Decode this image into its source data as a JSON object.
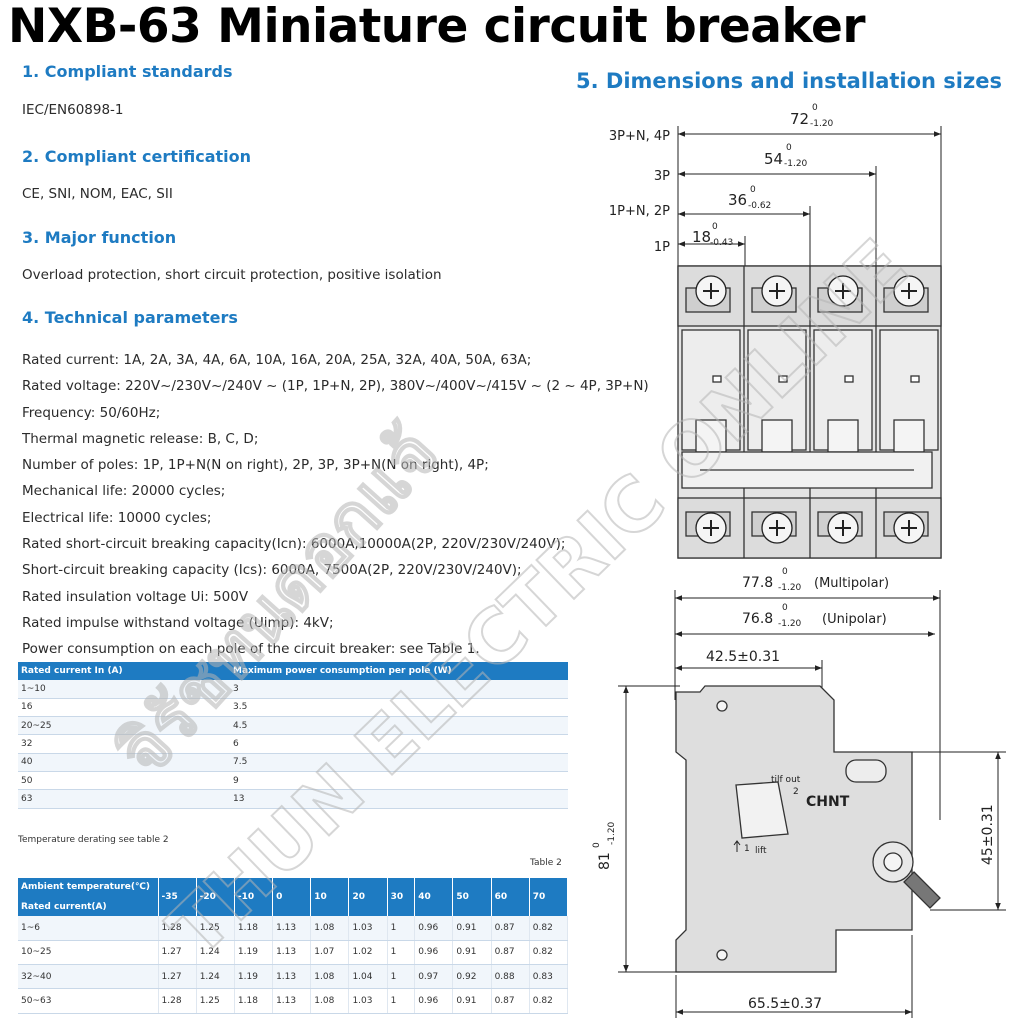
{
  "title": "NXB-63 Miniature circuit breaker",
  "sections": {
    "s1": {
      "heading": "1. Compliant standards",
      "text": "IEC/EN60898-1"
    },
    "s2": {
      "heading": "2. Compliant certification",
      "text": "CE, SNI, NOM, EAC, SII"
    },
    "s3": {
      "heading": "3. Major function",
      "text": "Overload protection, short circuit protection, positive isolation"
    },
    "s4": {
      "heading": "4. Technical parameters"
    },
    "s5": {
      "heading": "5. Dimensions and installation sizes"
    }
  },
  "params": [
    "Rated current: 1A, 2A, 3A, 4A, 6A, 10A, 16A, 20A, 25A, 32A, 40A, 50A, 63A;",
    "Rated voltage: 220V~/230V~/240V ~ (1P, 1P+N,  2P), 380V~/400V~/415V ~ (2 ~ 4P, 3P+N)",
    "Frequency: 50/60Hz;",
    "Thermal magnetic release: B, C, D;",
    "Number of poles: 1P, 1P+N(N on right), 2P, 3P, 3P+N(N on right), 4P;",
    "Mechanical life: 20000 cycles;",
    "Electrical life: 10000 cycles;",
    "Rated short-circuit breaking capacity(Icn): 6000A,10000A(2P, 220V/230V/240V);",
    "Short-circuit breaking capacity (Ics): 6000A, 7500A(2P, 220V/230V/240V);",
    "Rated insulation voltage Ui: 500V",
    "Rated impulse withstand voltage (Uimp): 4kV;",
    "Power consumption on each pole of the circuit breaker: see Table 1."
  ],
  "table1": {
    "headers": [
      "Rated current In (A)",
      "Maximum power consumption per pole (W)"
    ],
    "rows": [
      [
        "1~10",
        "3"
      ],
      [
        "16",
        "3.5"
      ],
      [
        "20~25",
        "4.5"
      ],
      [
        "32",
        "6"
      ],
      [
        "40",
        "7.5"
      ],
      [
        "50",
        "9"
      ],
      [
        "63",
        "13"
      ]
    ]
  },
  "table2": {
    "intro": "Temperature derating see table 2",
    "caption": "Table 2",
    "corner_top": "Ambient temperature(℃)",
    "corner_bottom": "Rated current(A)",
    "temps": [
      "-35",
      "-20",
      "-10",
      "0",
      "10",
      "20",
      "30",
      "40",
      "50",
      "60",
      "70"
    ],
    "rows": [
      {
        "label": "1~6",
        "values": [
          "1.28",
          "1.25",
          "1.18",
          "1.13",
          "1.08",
          "1.03",
          "1",
          "0.96",
          "0.91",
          "0.87",
          "0.82"
        ]
      },
      {
        "label": "10~25",
        "values": [
          "1.27",
          "1.24",
          "1.19",
          "1.13",
          "1.07",
          "1.02",
          "1",
          "0.96",
          "0.91",
          "0.87",
          "0.82"
        ]
      },
      {
        "label": "32~40",
        "values": [
          "1.27",
          "1.24",
          "1.19",
          "1.13",
          "1.08",
          "1.04",
          "1",
          "0.97",
          "0.92",
          "0.88",
          "0.83"
        ]
      },
      {
        "label": "50~63",
        "values": [
          "1.28",
          "1.25",
          "1.18",
          "1.13",
          "1.08",
          "1.03",
          "1",
          "0.96",
          "0.91",
          "0.87",
          "0.82"
        ]
      }
    ]
  },
  "drawing": {
    "labels": {
      "p4": "3P+N, 4P",
      "p3": "3P",
      "p2": "1P+N, 2P",
      "p1": "1P",
      "d72": "72",
      "d54": "54",
      "d36": "36",
      "d18": "18",
      "tol0": "0",
      "tol120": "-1.20",
      "tol062": "-0.62",
      "tol043": "-0.43",
      "d778": "77.8",
      "multipolar": "(Multipolar)",
      "d768": "76.8",
      "unipolar": "(Unipolar)",
      "d425": "42.5±0.31",
      "d81": "81",
      "d45": "45±0.31",
      "d655": "65.5±0.37",
      "tilt_out": "tilf out",
      "two": "2",
      "one": "1",
      "lift": "lift",
      "brand": "CHNT"
    }
  },
  "watermark": {
    "text_top": "จิรัชทนดอกแจ้",
    "text_bottom": "THUN ELECTRIC ONLINE"
  }
}
